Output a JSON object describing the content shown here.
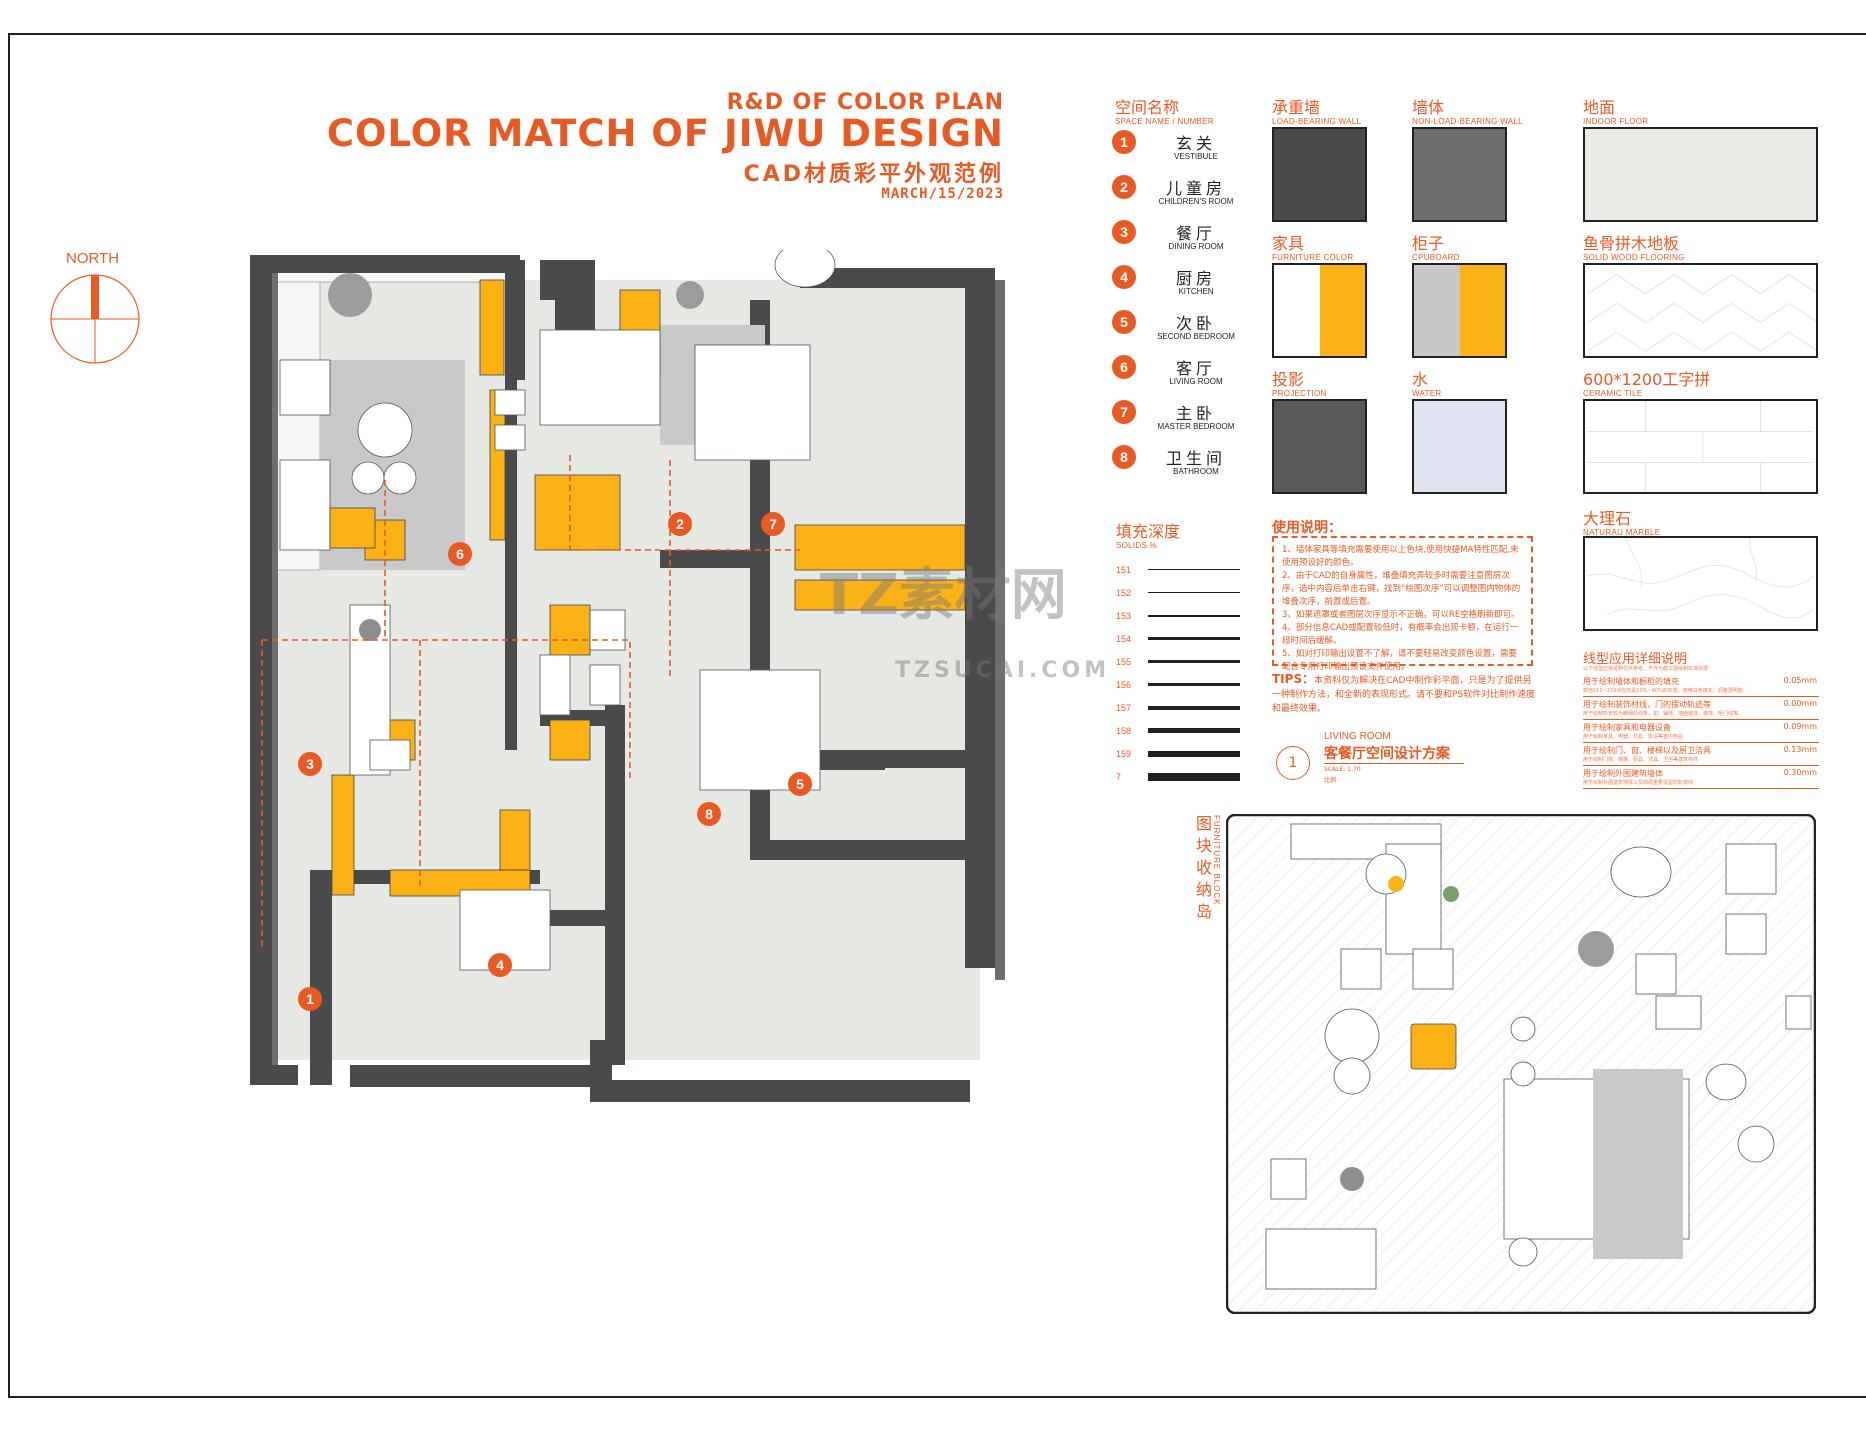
{
  "title": {
    "line1": "R&D OF COLOR PLAN",
    "line2": "COLOR MATCH OF JIWU DESIGN",
    "line3": "CAD材质彩平外观范例",
    "date": "MARCH/15/2023"
  },
  "north": {
    "label": "NORTH"
  },
  "legend": {
    "header_cn": "空间名称",
    "header_en": "SPACE NAME / NUMBER",
    "rooms": [
      {
        "num": "1",
        "cn": "玄关",
        "en": "VESTIBULE"
      },
      {
        "num": "2",
        "cn": "儿童房",
        "en": "CHILDREN'S ROOM"
      },
      {
        "num": "3",
        "cn": "餐厅",
        "en": "DINING ROOM"
      },
      {
        "num": "4",
        "cn": "厨房",
        "en": "KITCHEN"
      },
      {
        "num": "5",
        "cn": "次卧",
        "en": "SECOND BEDROOM"
      },
      {
        "num": "6",
        "cn": "客厅",
        "en": "LIVING ROOM"
      },
      {
        "num": "7",
        "cn": "主卧",
        "en": "MASTER BEDROOM"
      },
      {
        "num": "8",
        "cn": "卫生间",
        "en": "BATHROOM"
      }
    ]
  },
  "materials": {
    "load_bearing": {
      "cn": "承重墙",
      "en": "LOAD-BEARING WALL",
      "color": "#4a4a4c"
    },
    "non_load_bearing": {
      "cn": "墙体",
      "en": "NON-LOAD-BEARING WALL",
      "color": "#6d6e70"
    },
    "floor": {
      "cn": "地面",
      "en": "INDOOR FLOOR",
      "color": "#e9ebe7"
    },
    "furniture": {
      "cn": "家具",
      "en": "FURNITURE COLOR",
      "color_a": "#ffffff",
      "color_b": "#fbb216"
    },
    "cupboard": {
      "cn": "柜子",
      "en": "CPUBOARD",
      "color_a": "#c8c8c8",
      "color_b": "#fbb216"
    },
    "wood_floor": {
      "cn": "鱼骨拼木地板",
      "en": "SOLID WOOD FLOORING"
    },
    "projection": {
      "cn": "投影",
      "en": "PROJECTION",
      "color": "#58595b"
    },
    "water": {
      "cn": "水",
      "en": "WATER",
      "color": "#dfe3ef"
    },
    "tile": {
      "cn": "600*1200工字拼",
      "en": "CERAMIC TILE"
    },
    "marble": {
      "cn": "大理石",
      "en": "NATURAU MARBLE"
    }
  },
  "fill_depth": {
    "header_cn": "填充深度",
    "header_en": "SOLIDS %",
    "rows": [
      {
        "label": "151",
        "weight": 1
      },
      {
        "label": "152",
        "weight": 1.5
      },
      {
        "label": "153",
        "weight": 2
      },
      {
        "label": "154",
        "weight": 2.5
      },
      {
        "label": "155",
        "weight": 3
      },
      {
        "label": "156",
        "weight": 3.5
      },
      {
        "label": "157",
        "weight": 4
      },
      {
        "label": "158",
        "weight": 5
      },
      {
        "label": "159",
        "weight": 6
      },
      {
        "label": "7",
        "weight": 8
      }
    ]
  },
  "usage": {
    "title": "使用说明：",
    "items": [
      "1、墙体家具等填充需要使用以上色块,使用快捷MA特性匹配,未使用预设好的颜色。",
      "2、由于CAD的自身属性，堆叠填充弄较多时需要注意图层次序，选中内容后单击右键，找到“绘图次序”可以调整图内物体的堆叠次序，前置或后置。",
      "3、如果遮罩或者图层次序显示不正确，可以RE空格刷新即可。",
      "4、部分信息CAD或配置较低时，有概率会出现卡顿，在运行一段时间后缓解。",
      "5、如对打印输出设置不了解，请不要轻易改变颜色设置，需要配合专用打印输出预设文件使用。"
    ],
    "tips_label": "TIPS：",
    "tips_text": "本资料仅为解决在CAD中制作彩平面，只是为了提供另一种制作方法，和全新的表现形式。请不要和PS软件对比制作速度和最终效果。"
  },
  "line_usage": {
    "title": "线型应用详细说明",
    "subtitle": "以下线型应用说明仅供参考，不作为施工图绘制标准依据",
    "rows": [
      {
        "desc": "用于绘制墙体和橱柜的填充",
        "sub": "数值151~159对应的是10%~90%的灰度，使用白色填充，调整透明度。",
        "val": "0.05mm"
      },
      {
        "desc": "用于绘制装饰材线，门的摆动轨迹等",
        "sub": "用于绘制所有较为精细的线条，如：铺地、墙面装饰、装饰、柜门线等。",
        "val": "0.00mm"
      },
      {
        "desc": "用于绘制家具和电器设备",
        "sub": "用于绘制家具、电器、灯具、陈设等室内物品",
        "val": "0.09mm"
      },
      {
        "desc": "用于绘制门、窗、楼梯以及厨卫洁具",
        "sub": "用于绘制门窗、楼梯、厨具、洁具、卫浴等建筑构件",
        "val": "0.13mm"
      },
      {
        "desc": "用于绘制外围建筑墙体",
        "sub": "用于绘制外围建筑墙体以及四周重要造型的轮廓线",
        "val": "0.30mm"
      }
    ]
  },
  "plan_label": {
    "num": "1",
    "en": "LIVING ROOM",
    "cn": "客餐厅空间设计方案",
    "scale": "SCALE: 1:70",
    "note": "比例"
  },
  "furniture_block": {
    "cn": "图块收纳岛",
    "en": "FURNITURE BLOCK"
  },
  "plan_markers": [
    {
      "num": "1"
    },
    {
      "num": "2"
    },
    {
      "num": "3"
    },
    {
      "num": "4"
    },
    {
      "num": "5"
    },
    {
      "num": "6"
    },
    {
      "num": "7"
    },
    {
      "num": "8"
    }
  ],
  "watermark": {
    "main": "TZ素材网",
    "sub": "TZSUCAI.COM"
  },
  "colors": {
    "accent": "#e85a23",
    "wall": "#4a4a4c",
    "yellow": "#fbb216",
    "floor": "#e6e8e4",
    "rug": "#c9c9c9"
  }
}
